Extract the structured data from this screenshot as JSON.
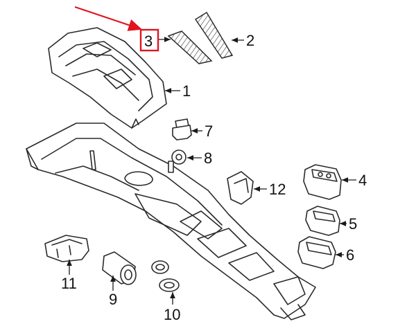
{
  "callouts": {
    "c1": "1",
    "c2": "2",
    "c3": "3",
    "c4": "4",
    "c5": "5",
    "c6": "6",
    "c7": "7",
    "c8": "8",
    "c9": "9",
    "c10": "10",
    "c11": "11",
    "c12": "12"
  },
  "highlight_color": "#e0141e"
}
